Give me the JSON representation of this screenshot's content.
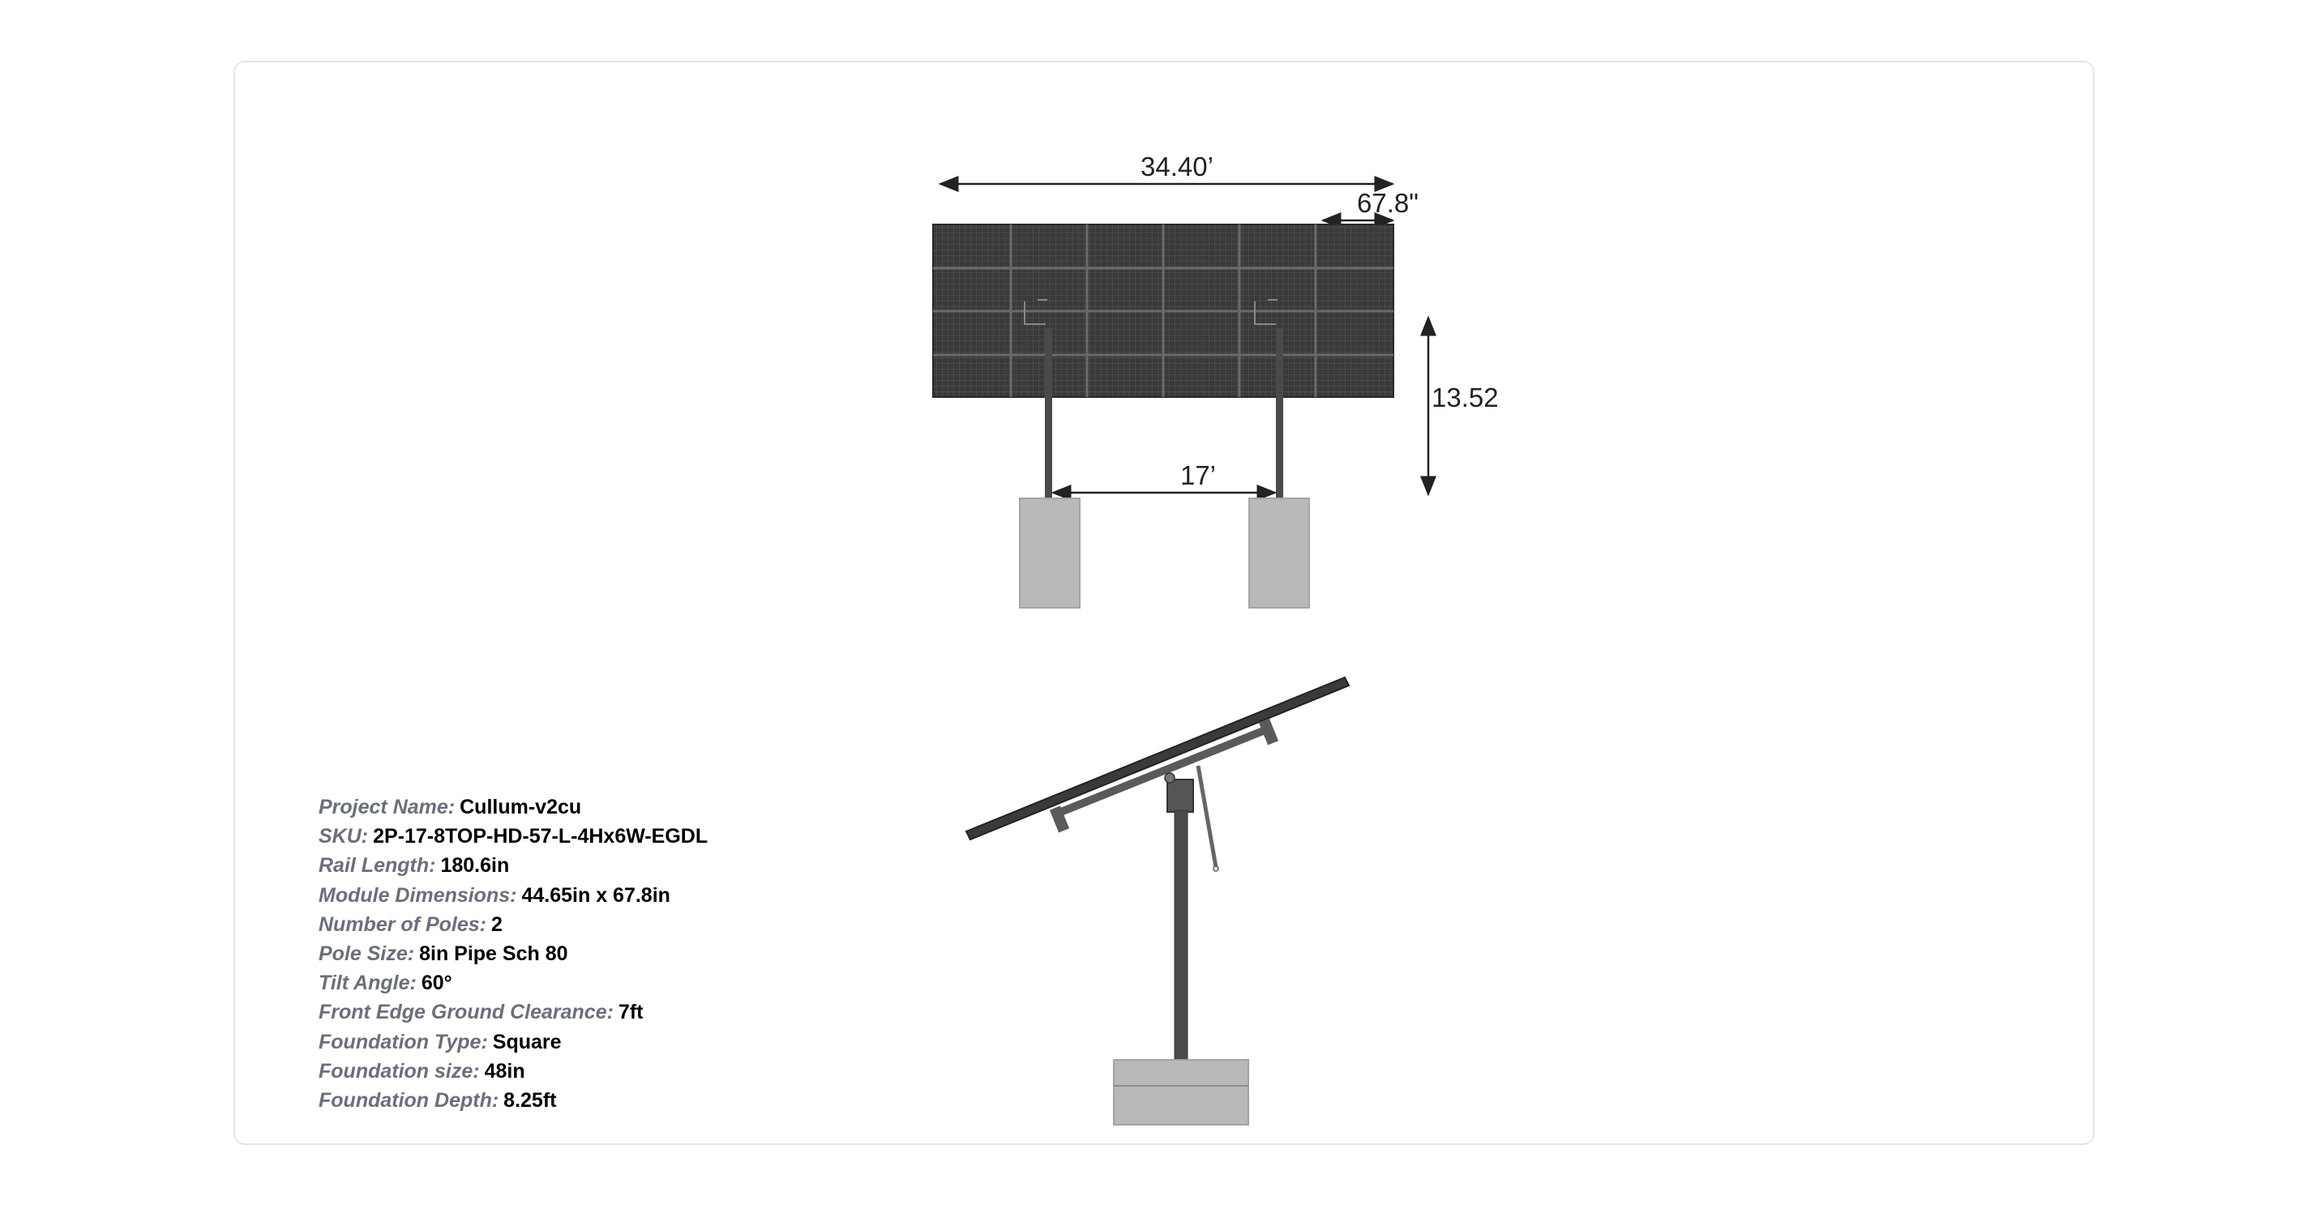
{
  "front_view": {
    "width_dimension": "34.40’",
    "module_width_dimension": "67.8\"",
    "height_dimension": "13.52",
    "pole_spacing_dimension": "17’"
  },
  "specs": [
    {
      "label": "Project Name:",
      "value": "Cullum-v2cu"
    },
    {
      "label": "SKU:",
      "value": "2P-17-8TOP-HD-57-L-4Hx6W-EGDL"
    },
    {
      "label": "Rail Length:",
      "value": "180.6in"
    },
    {
      "label": "Module Dimensions:",
      "value": "44.65in x 67.8in"
    },
    {
      "label": "Number of Poles:",
      "value": "2"
    },
    {
      "label": "Pole Size:",
      "value": "8in Pipe Sch 80"
    },
    {
      "label": "Tilt Angle:",
      "value": "60°"
    },
    {
      "label": "Front Edge Ground Clearance:",
      "value": "7ft"
    },
    {
      "label": "Foundation Type:",
      "value": "Square"
    },
    {
      "label": "Foundation size:",
      "value": "48in"
    },
    {
      "label": "Foundation Depth:",
      "value": "8.25ft"
    }
  ],
  "colors": {
    "panel": "#3a3a3a",
    "panel_grid": "#5c5c5c",
    "pole": "#4a4a4a",
    "foundation": "#b9b9b9",
    "dimension_line": "#222222"
  }
}
